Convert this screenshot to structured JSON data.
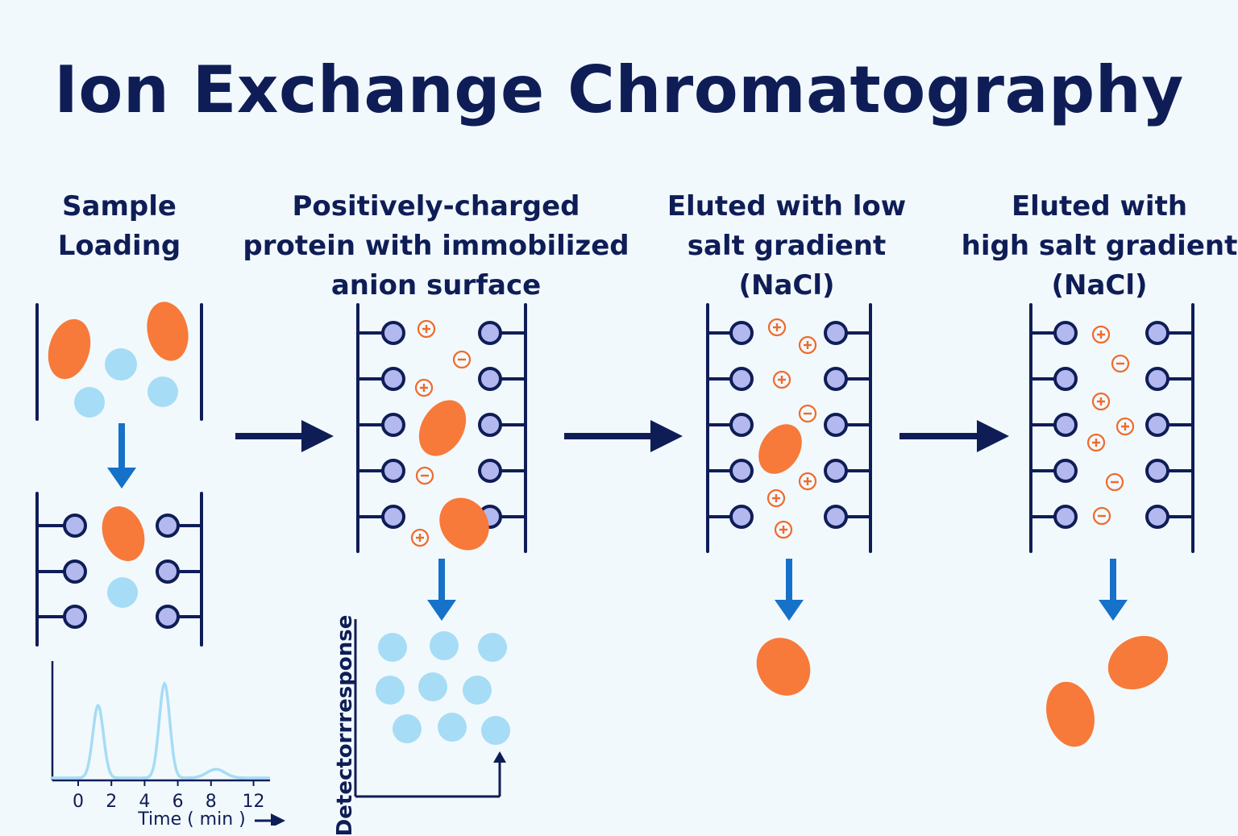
{
  "title": "Ion Exchange Chromatography",
  "steps": [
    {
      "lines": [
        "Sample",
        "Loading"
      ]
    },
    {
      "lines": [
        "Positively-charged",
        "protein with immobilized",
        "anion surface"
      ]
    },
    {
      "lines": [
        "Eluted with low",
        "salt gradient",
        "(NaCl)"
      ]
    },
    {
      "lines": [
        "Eluted with",
        "high salt gradient",
        "(NaCl)"
      ]
    }
  ],
  "ion_symbols": {
    "plus": "+",
    "minus": "−"
  },
  "chromatogram": {
    "x_ticks": [
      "0",
      "2",
      "4",
      "6",
      "8",
      "12"
    ],
    "x_label": "Time ( min )",
    "peaks": [
      {
        "center": 1.2,
        "height": 1.0
      },
      {
        "center": 5.2,
        "height": 1.3
      },
      {
        "center": 8.3,
        "height": 0.12
      }
    ]
  },
  "detector_plot": {
    "y_label": "Detectorrresponse"
  },
  "colors": {
    "navy": "#0f1d57",
    "protein": "#f77a3a",
    "particle": "#a6dcf5",
    "bead": "#b3b9ee",
    "arrow_blue": "#1671c9",
    "ion": "#ef6a2c",
    "background": "#f2f9fc"
  }
}
